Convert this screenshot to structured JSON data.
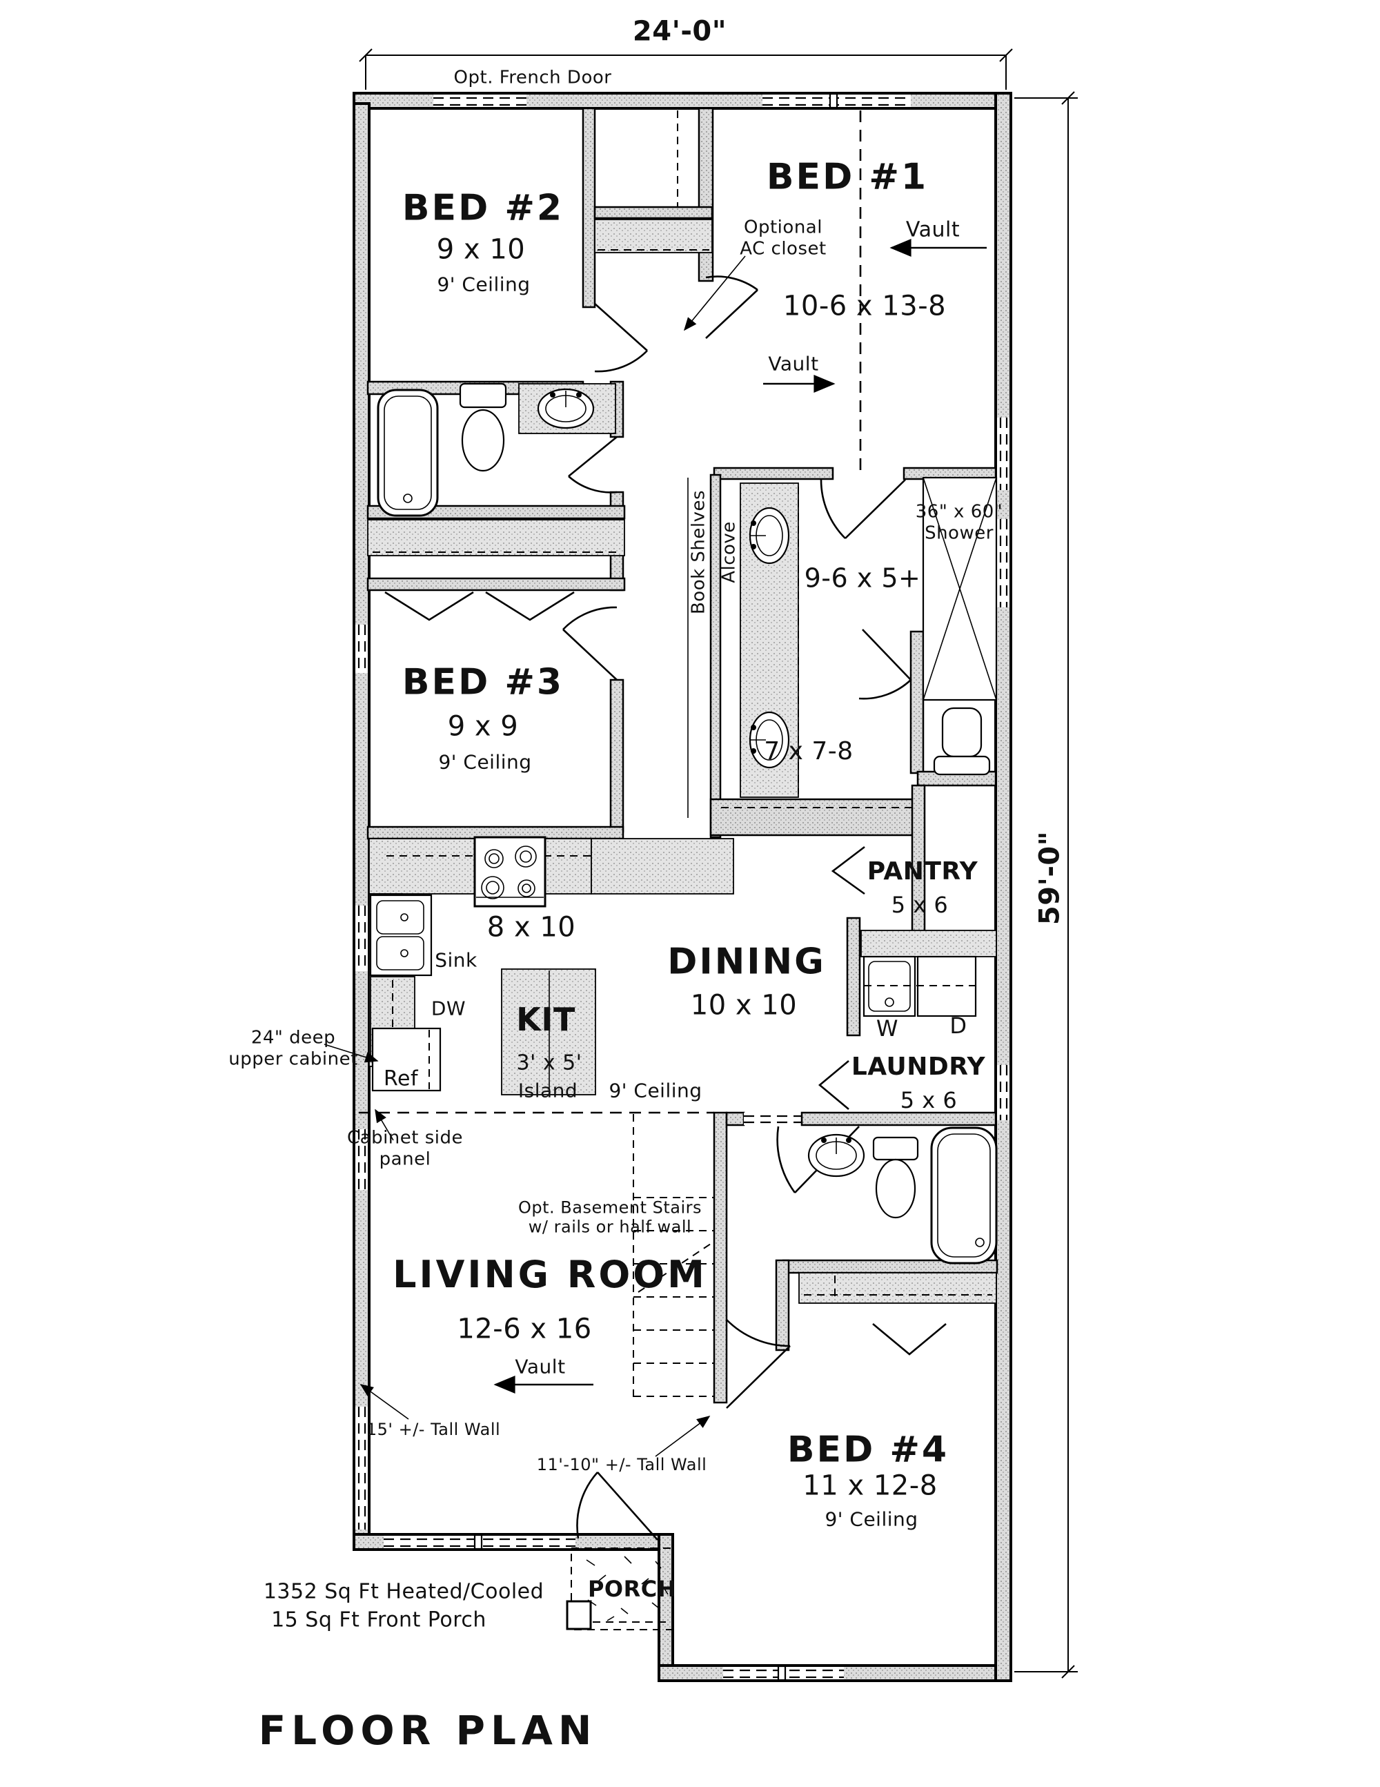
{
  "drawing": {
    "title": "FLOOR PLAN",
    "dimensions": {
      "overall_width": "24'-0\"",
      "overall_depth": "59'-0\""
    },
    "area_notes": [
      "1352 Sq Ft Heated/Cooled",
      "15 Sq Ft Front Porch"
    ]
  },
  "rooms": {
    "bed1": {
      "name": "BED #1",
      "size": "10-6 x 13-8",
      "vault": "Vault"
    },
    "bed2": {
      "name": "BED #2",
      "size": "9 x 10",
      "ceiling": "9' Ceiling"
    },
    "bed3": {
      "name": "BED #3",
      "size": "9 x 9",
      "ceiling": "9' Ceiling"
    },
    "bed4": {
      "name": "BED #4",
      "size": "11 x 12-8",
      "ceiling": "9' Ceiling"
    },
    "living": {
      "name": "LIVING ROOM",
      "size": "12-6 x 16",
      "vault": "Vault"
    },
    "dining": {
      "name": "DINING",
      "size": "10 x 10",
      "ceiling": "9' Ceiling"
    },
    "kitchen": {
      "size": "8 x 10",
      "island_name": "KIT",
      "island_size": "3' x 5'",
      "island_word": "Island"
    },
    "master_bath": {
      "size": "9-6 x 5+"
    },
    "hall_bath": {
      "size": "7 x 7-8"
    },
    "pantry": {
      "name": "PANTRY",
      "size": "5 x 6"
    },
    "laundry": {
      "name": "LAUNDRY",
      "size": "5 x 6"
    },
    "porch": {
      "name": "PORCH"
    }
  },
  "fixtures": {
    "sink": "Sink",
    "dishwasher": "DW",
    "refrigerator": "Ref",
    "washer": "W",
    "dryer": "D"
  },
  "annotations": {
    "opt_french_door": "Opt. French Door",
    "optional_ac_closet": "Optional\nAC closet",
    "hall_vault": "Vault",
    "book_shelves": "Book Shelves",
    "alcove": "Alcove",
    "shower": "36\" x 60\"\nShower",
    "upper_cabinet": "24\" deep\nupper cabinet",
    "cabinet_side_panel": "Cabinet side\npanel",
    "basement_stairs": "Opt. Basement Stairs\nw/ rails or half wall",
    "tall_wall_15": "15' +/- Tall Wall",
    "tall_wall_11": "11'-10\" +/- Tall Wall"
  }
}
